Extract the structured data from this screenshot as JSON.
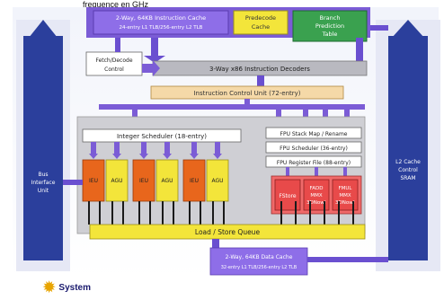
{
  "caption": "frequence en GHz",
  "footer_label": "System",
  "blocks": {
    "icache_1": "2-Way, 64KB Instruction Cache",
    "icache_2": "24-entry L1 TLB/256-entry L2 TLB",
    "predecode_1": "Predecode",
    "predecode_2": "Cache",
    "branch_1": "Branch",
    "branch_2": "Prediction",
    "branch_3": "Table",
    "fetch_1": "Fetch/Decode",
    "fetch_2": "Control",
    "decoders": "3-Way x86 Instruction Decoders",
    "icu": "Instruction Control Unit (72-entry)",
    "int_sched": "Integer Scheduler (18-entry)",
    "fpu_stack": "FPU Stack Map / Rename",
    "fpu_sched": "FPU Scheduler (36-entry)",
    "fpu_reg": "FPU Register File (88-entry)",
    "ieu1": "IEU",
    "agu1": "AGU",
    "ieu2": "IEU",
    "agu2": "AGU",
    "ieu3": "IEU",
    "agu3": "AGU",
    "fstore": "FStore",
    "fadd_1": "FADD",
    "fadd_2": "MMX",
    "fadd_3": "3DNow!",
    "fmul_1": "FMUL",
    "fmul_2": "MMX",
    "fmul_3": "3DNow!",
    "lsq": "Load / Store Queue",
    "dcache_1": "2-Way, 64KB Data Cache",
    "dcache_2": "32-entry L1 TLB/256-entry L2 TLB",
    "bus_1": "Bus",
    "bus_2": "Interface",
    "bus_3": "Unit",
    "l2_1": "L2 Cache",
    "l2_2": "Control",
    "l2_3": "SRAM"
  }
}
